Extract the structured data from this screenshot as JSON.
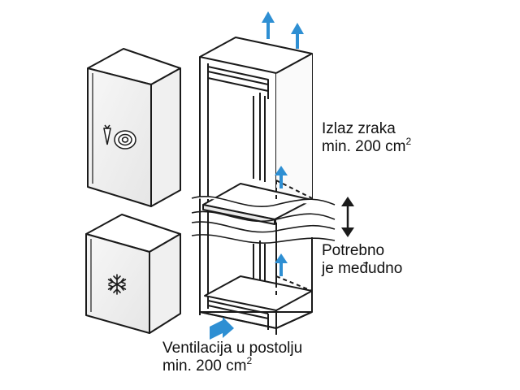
{
  "labels": {
    "air_outlet_line1": "Izlaz zraka",
    "air_outlet_line2": "min. 200 cm",
    "air_outlet_sup": "2",
    "gap_line1": "Potrebno",
    "gap_line2": "je međudno",
    "plinth_line1": "Ventilacija u postolju",
    "plinth_line2": "min. 200 cm",
    "plinth_sup": "2"
  },
  "icons": {
    "fridge_door": "vegetable-icon",
    "freezer_door": "snowflake-icon",
    "airflow": "airflow-arrow-icon",
    "gap": "double-arrow-icon"
  },
  "colors": {
    "outline": "#1a1a1a",
    "door_fill": "#f2f2f2",
    "airflow_arrow": "#2e8fd3",
    "text": "#111111"
  }
}
